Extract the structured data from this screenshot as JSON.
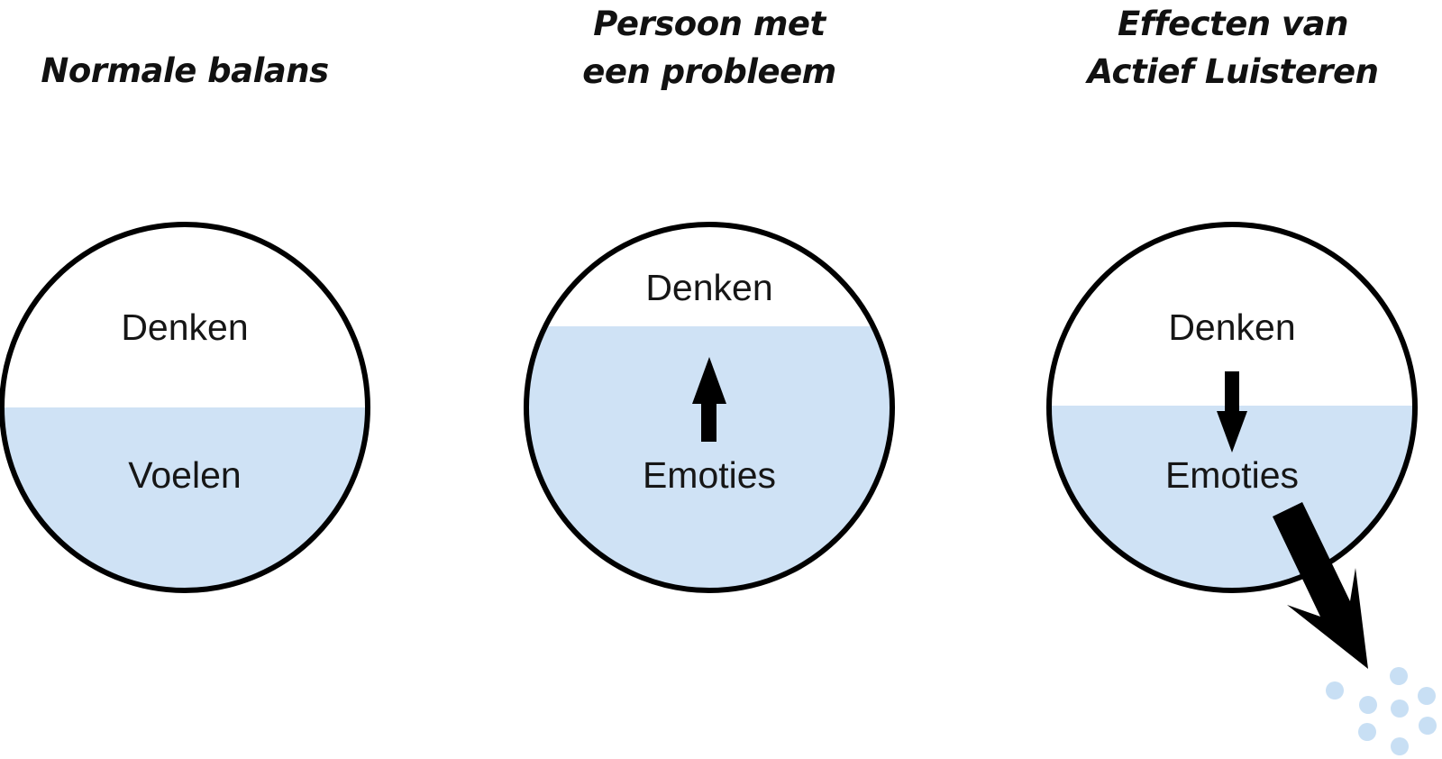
{
  "panels": [
    {
      "title_lines": [
        "Normale balans"
      ],
      "top_label": "Denken",
      "bottom_label": "Voelen",
      "arrow": "none"
    },
    {
      "title_lines": [
        "Persoon met",
        "een probleem"
      ],
      "top_label": "Denken",
      "bottom_label": "Emoties",
      "arrow": "up"
    },
    {
      "title_lines": [
        "Effecten  van",
        "Actief  Luisteren"
      ],
      "top_label": "Denken",
      "bottom_label": "Emoties",
      "arrow": "down",
      "outflow_arrow": true,
      "droplets": true
    }
  ],
  "colors": {
    "fill": "#cfe2f5",
    "outline": "#000000",
    "droplet": "#c8dff4"
  }
}
